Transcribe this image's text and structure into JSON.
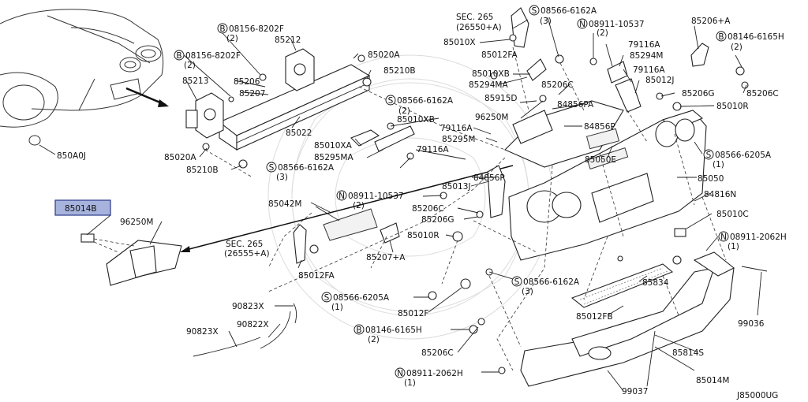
{
  "diagram_id": "J85000UG",
  "highlighted_part": "85014B",
  "labels": {
    "l85010X": "85010X",
    "l85012FA_top": "85012FA",
    "lsec265_top": "SEC. 265",
    "lsec265_top_sub": "(26550+A)",
    "l08566_top": "08566-6162A",
    "l08566_top_q": "(3)",
    "l08911_top": "08911-10537",
    "l08911_top_q": "(2)",
    "l85206A": "85206+A",
    "l08146_tr": "08146-6165H",
    "l08146_tr_q": "(2)",
    "l79116A_1": "79116A",
    "l85294M": "85294M",
    "l79116A_2": "79116A",
    "l85012J": "85012J",
    "l85010XB_1": "85010XB",
    "l85294MA": "85294MA",
    "l85206C_1": "85206C",
    "l85206G_1": "85206G",
    "l85206C_2": "85206C",
    "l85010R_1": "85010R",
    "l08566_mid": "08566-6162A",
    "l08566_mid_q": "(2)",
    "l85915D": "85915D",
    "l84856PA": "84856PA",
    "l96250M_1": "96250M",
    "l84856P_1": "84856P",
    "l85010XB_2": "85010XB",
    "l79116A_3": "79116A",
    "l85295M": "85295M",
    "l85010XA": "85010XA",
    "l85295MA": "85295MA",
    "l79116A_4": "79116A",
    "l08566_6205_r": "08566-6205A",
    "l08566_6205_r_q": "(1)",
    "l85050E": "85050E",
    "l85050": "85050",
    "l08156_1": "08156-8202F",
    "l08156_1_q": "(2)",
    "l85212": "85212",
    "l08156_2": "08156-8202F",
    "l08156_2_q": "(2)",
    "l85020A_1": "85020A",
    "l85210B_1": "85210B",
    "l85213": "85213",
    "l85206": "85206",
    "l85207": "85207",
    "l85022": "85022",
    "l85020A_2": "85020A",
    "l85210B_2": "85210B",
    "l08566_mid2": "08566-6162A",
    "l08566_mid2_q": "(3)",
    "l850A0J": "850A0J",
    "l85014B": "85014B",
    "l96250M_2": "96250M",
    "l85042M": "85042M",
    "l08911_mid": "08911-10537",
    "l08911_mid_q": "(2)",
    "l85013J": "85013J",
    "l84856P_2": "84856P",
    "l85206C_3": "85206C",
    "l85206G_2": "85206G",
    "l84816N": "84816N",
    "l85010C": "85010C",
    "l08911_2062_r": "08911-2062H",
    "l08911_2062_r_q": "(1)",
    "lsec265_mid": "SEC. 265",
    "lsec265_mid_sub": "(26555+A)",
    "l85010R_2": "85010R",
    "l85207A": "85207+A",
    "l85012FA_mid": "85012FA",
    "l08566_6162_low": "08566-6162A",
    "l08566_6162_low_q": "(3)",
    "l85834": "85834",
    "l08566_6205_low": "08566-6205A",
    "l08566_6205_low_q": "(1)",
    "l85012F": "85012F",
    "l85012FB": "85012FB",
    "l90823X_1": "90823X",
    "l90822X": "90822X",
    "l90823X_2": "90823X",
    "l08146_low": "08146-6165H",
    "l08146_low_q": "(2)",
    "l85206C_4": "85206C",
    "l99036": "99036",
    "l85814S": "85814S",
    "l85014M": "85014M",
    "l08911_2062_low": "08911-2062H",
    "l08911_2062_low_q": "(1)",
    "l99037": "99037"
  },
  "markers": {
    "bolt_B": "B",
    "nut_N": "N",
    "screw_S": "S"
  }
}
